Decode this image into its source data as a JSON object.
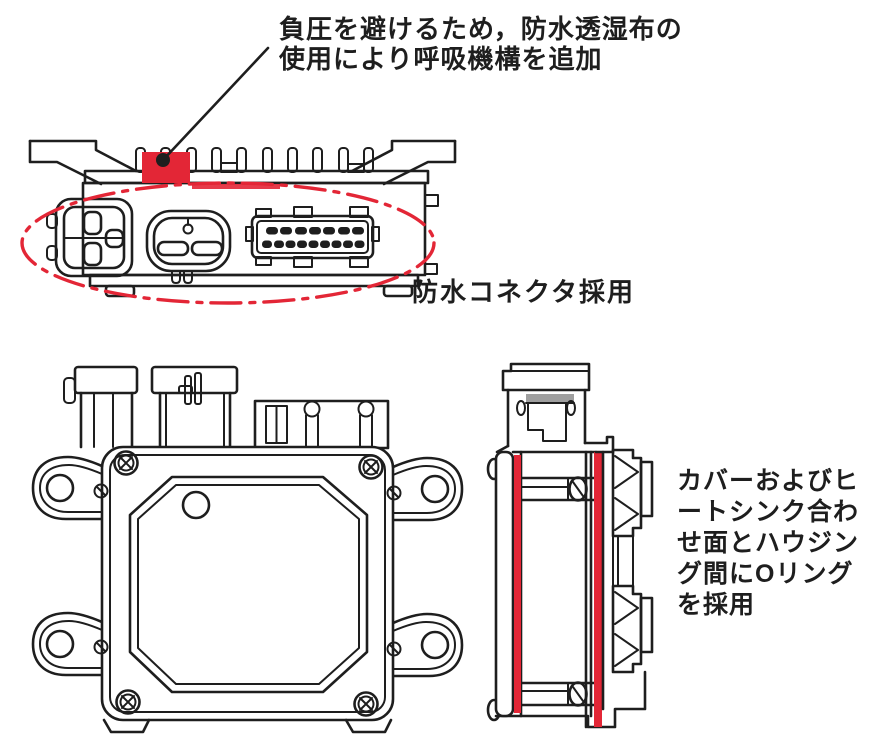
{
  "annotations": {
    "breather": "負圧を避けるため，防水透湿布の\n使用により呼吸機構を追加",
    "waterproof_connector": "防水コネクタ採用",
    "oring": "カバーおよびヒ\nートシンク合わ\nせ面とハウジン\nグ間にOリング\nを採用"
  },
  "colors": {
    "line": "#1e1e1e",
    "highlight_red": "#e32636",
    "seal_gray": "#9f9f9f",
    "background": "#ffffff"
  }
}
